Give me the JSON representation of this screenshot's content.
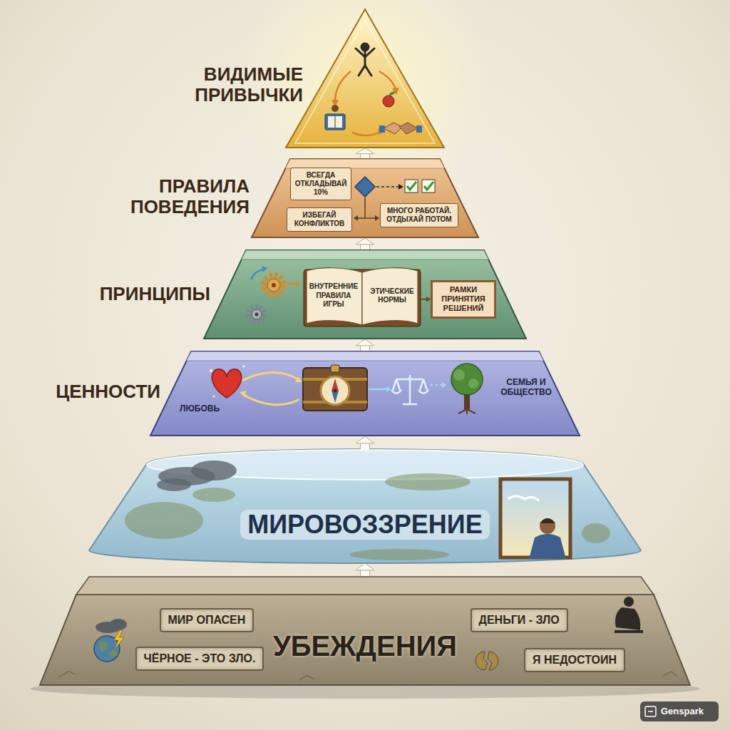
{
  "diagram": {
    "nodes": [
      {
        "text": [
          "ВИДИМЫЕ ПРИВЫЧКИ"
        ]
      },
      {
        "text": [
          "ПРАВИЛА ПОВЕДЕНИЯ"
        ]
      },
      {
        "text": [
          "ВСЕГДА ОТКЛАДЫВАЙ 10%"
        ],
        "in": 1
      },
      {
        "text": [
          "ИЗБЕГАЙ КОНФЛИКТОВ"
        ],
        "in": 1
      },
      {
        "text": [
          "МНОГО РАБОТАЙ. ОТДЫХАЙ ПОТОМ"
        ],
        "in": 1
      },
      {
        "text": [
          "ПРИНЦИПЫ"
        ]
      },
      {
        "text": [
          "ВНУТРЕННИЕ ПРАВИЛА ИГРЫ",
          "ЭТИЧЕСКИЕ НОРМЫ"
        ],
        "in": 5
      },
      {
        "text": [
          "РАМКИ ПРИНЯТИЯ РЕШЕНИЙ"
        ],
        "in": 5
      },
      {
        "text": [
          "ЦЕННОСТИ",
          "ЛЮБОВЬ",
          "СЕМЬЯ И ОБЩЕСТВО"
        ]
      },
      {
        "text": [
          "МИРОВОЗЗРЕНИЕ"
        ]
      },
      {
        "text": [
          "УБЕЖДЕНИЯ"
        ]
      },
      {
        "text": [
          "МИР ОПАСЕН"
        ],
        "in": 10
      },
      {
        "text": [
          "ДЕНЬГИ - ЗЛО"
        ],
        "in": 10
      },
      {
        "text": [
          "ЧЁРНОЕ - ЭТО ЗЛО."
        ],
        "in": 10
      },
      {
        "text": [
          "Я НЕДОСТОИН"
        ],
        "in": 10
      }
    ],
    "edges": [
      {
        "from": 10,
        "to": 9,
        "arrow": "to"
      },
      {
        "from": 9,
        "to": 8,
        "arrow": "to"
      },
      {
        "from": 8,
        "to": 5,
        "arrow": "to"
      },
      {
        "from": 5,
        "to": 1,
        "arrow": "to"
      },
      {
        "from": 1,
        "to": 0,
        "arrow": "to"
      },
      {
        "from": 6,
        "to": 7,
        "arrow": "to"
      }
    ],
    "labels": [
      "Genspark"
    ]
  }
}
